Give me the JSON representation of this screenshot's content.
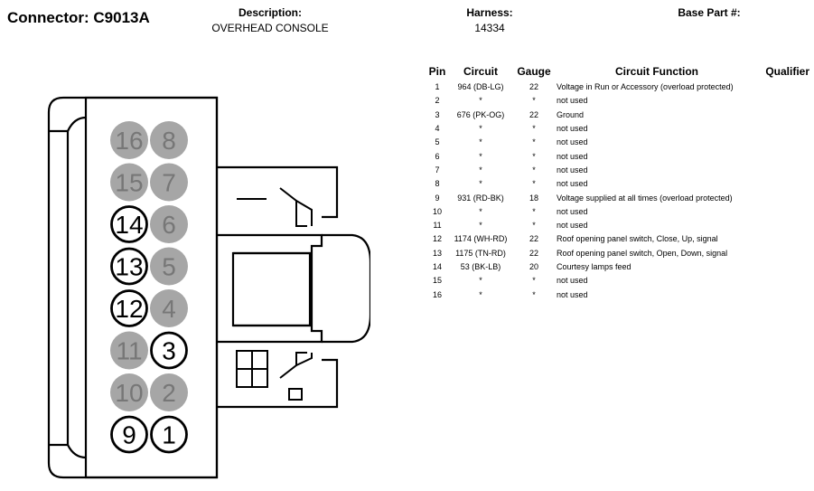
{
  "header": {
    "connector_label": "Connector: C9013A",
    "description_label": "Description:",
    "description_value": "OVERHEAD CONSOLE",
    "harness_label": "Harness:",
    "harness_value": "14334",
    "base_part_label": "Base Part #:",
    "base_part_value": ""
  },
  "table": {
    "headers": {
      "pin": "Pin",
      "circuit": "Circuit",
      "gauge": "Gauge",
      "function": "Circuit Function",
      "qualifier": "Qualifier"
    },
    "rows": [
      {
        "pin": "1",
        "circuit": "964 (DB-LG)",
        "gauge": "22",
        "function": "Voltage in Run or Accessory (overload protected)",
        "qualifier": ""
      },
      {
        "pin": "2",
        "circuit": "*",
        "gauge": "*",
        "function": "not used",
        "qualifier": ""
      },
      {
        "pin": "3",
        "circuit": "676 (PK-OG)",
        "gauge": "22",
        "function": "Ground",
        "qualifier": ""
      },
      {
        "pin": "4",
        "circuit": "*",
        "gauge": "*",
        "function": "not used",
        "qualifier": ""
      },
      {
        "pin": "5",
        "circuit": "*",
        "gauge": "*",
        "function": "not used",
        "qualifier": ""
      },
      {
        "pin": "6",
        "circuit": "*",
        "gauge": "*",
        "function": "not used",
        "qualifier": ""
      },
      {
        "pin": "7",
        "circuit": "*",
        "gauge": "*",
        "function": "not used",
        "qualifier": ""
      },
      {
        "pin": "8",
        "circuit": "*",
        "gauge": "*",
        "function": "not used",
        "qualifier": ""
      },
      {
        "pin": "9",
        "circuit": "931 (RD-BK)",
        "gauge": "18",
        "function": "Voltage supplied at all times (overload protected)",
        "qualifier": ""
      },
      {
        "pin": "10",
        "circuit": "*",
        "gauge": "*",
        "function": "not used",
        "qualifier": ""
      },
      {
        "pin": "11",
        "circuit": "*",
        "gauge": "*",
        "function": "not used",
        "qualifier": ""
      },
      {
        "pin": "12",
        "circuit": "1174 (WH-RD)",
        "gauge": "22",
        "function": "Roof opening panel switch, Close, Up, signal",
        "qualifier": ""
      },
      {
        "pin": "13",
        "circuit": "1175 (TN-RD)",
        "gauge": "22",
        "function": "Roof opening panel switch, Open, Down, signal",
        "qualifier": ""
      },
      {
        "pin": "14",
        "circuit": "53 (BK-LB)",
        "gauge": "20",
        "function": "Courtesy lamps feed",
        "qualifier": ""
      },
      {
        "pin": "15",
        "circuit": "*",
        "gauge": "*",
        "function": "not used",
        "qualifier": ""
      },
      {
        "pin": "16",
        "circuit": "*",
        "gauge": "*",
        "function": "not used",
        "qualifier": ""
      }
    ]
  },
  "connector": {
    "pin_rows": [
      {
        "left": {
          "label": "16",
          "state": "unused"
        },
        "right": {
          "label": "8",
          "state": "unused"
        }
      },
      {
        "left": {
          "label": "15",
          "state": "unused"
        },
        "right": {
          "label": "7",
          "state": "unused"
        }
      },
      {
        "left": {
          "label": "14",
          "state": "used"
        },
        "right": {
          "label": "6",
          "state": "unused"
        }
      },
      {
        "left": {
          "label": "13",
          "state": "used"
        },
        "right": {
          "label": "5",
          "state": "unused"
        }
      },
      {
        "left": {
          "label": "12",
          "state": "used"
        },
        "right": {
          "label": "4",
          "state": "unused"
        }
      },
      {
        "left": {
          "label": "11",
          "state": "unused"
        },
        "right": {
          "label": "3",
          "state": "used"
        }
      },
      {
        "left": {
          "label": "10",
          "state": "unused"
        },
        "right": {
          "label": "2",
          "state": "unused"
        }
      },
      {
        "left": {
          "label": "9",
          "state": "used"
        },
        "right": {
          "label": "1",
          "state": "used"
        }
      }
    ],
    "colors": {
      "unused_fill": "#a6a6a6",
      "unused_text": "#777777",
      "used_fill": "#ffffff",
      "used_stroke": "#000000",
      "outline": "#000000"
    }
  }
}
